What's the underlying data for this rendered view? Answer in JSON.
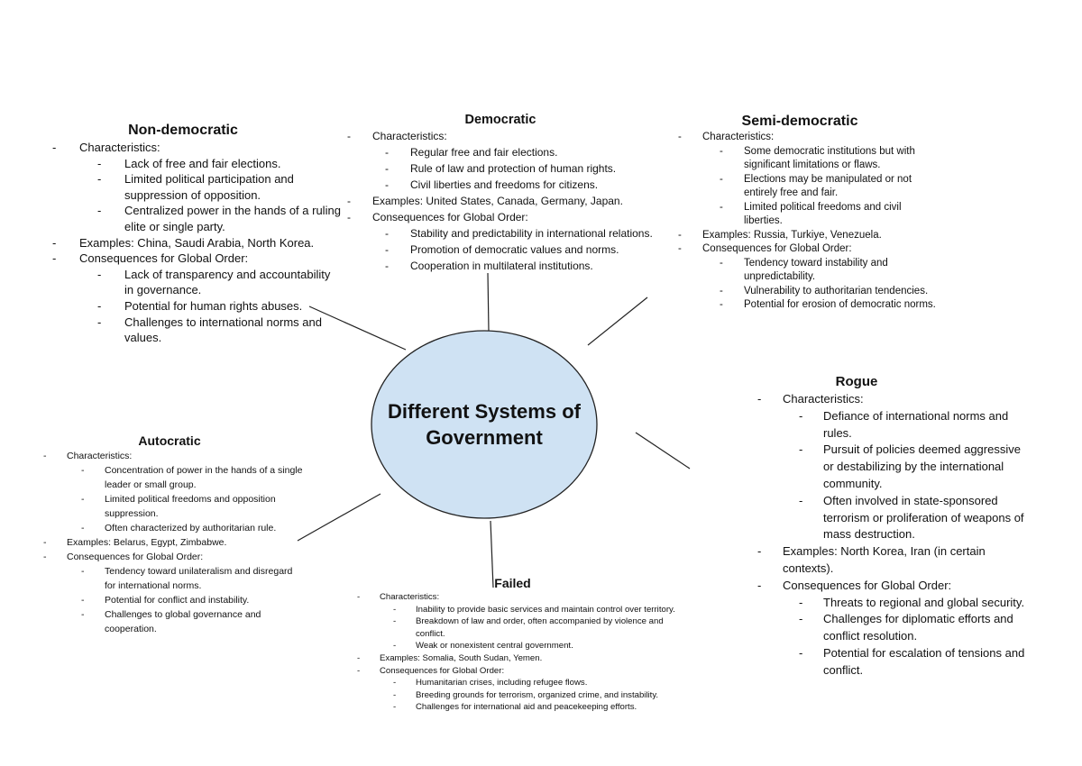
{
  "center": {
    "line1": "Different Systems of",
    "line2": "Government",
    "fill": "#cfe2f3"
  },
  "sections": {
    "nondemocratic": {
      "title": "Non-democratic",
      "items": [
        {
          "text": "Characteristics:",
          "sub": [
            "Lack of free and fair elections.",
            "Limited political participation and suppression of opposition.",
            "Centralized power in the hands of a ruling elite or single party."
          ]
        },
        {
          "text": "Examples: China, Saudi Arabia, North Korea.",
          "sub": []
        },
        {
          "text": "Consequences for Global Order:",
          "sub": [
            "Lack of transparency and accountability in governance.",
            "Potential for human rights abuses.",
            "Challenges to international norms and values."
          ]
        }
      ]
    },
    "democratic": {
      "title": "Democratic",
      "items": [
        {
          "text": "Characteristics:",
          "sub": [
            "Regular free and fair elections.",
            "Rule of law and protection of human rights.",
            "Civil liberties and freedoms for citizens."
          ]
        },
        {
          "text": "Examples: United States, Canada, Germany, Japan.",
          "sub": []
        },
        {
          "text": "Consequences for Global Order:",
          "sub": [
            "Stability and predictability in international relations.",
            "Promotion of democratic values and norms.",
            "Cooperation in multilateral institutions."
          ]
        }
      ]
    },
    "semidemocratic": {
      "title": "Semi-democratic",
      "items": [
        {
          "text": "Characteristics:",
          "sub": [
            "Some democratic institutions but with significant limitations or flaws.",
            "Elections may be manipulated or not entirely free and fair.",
            "Limited political freedoms and civil liberties."
          ]
        },
        {
          "text": "Examples: Russia, Turkiye, Venezuela.",
          "sub": []
        },
        {
          "text": "Consequences for Global Order:",
          "sub": [
            "Tendency toward instability and unpredictability.",
            "Vulnerability to authoritarian tendencies.",
            "Potential for erosion of democratic norms."
          ]
        }
      ]
    },
    "rogue": {
      "title": "Rogue",
      "items": [
        {
          "text": "Characteristics:",
          "sub": [
            "Defiance of international norms and rules.",
            "Pursuit of policies deemed aggressive or destabilizing by the international community.",
            "Often involved in state-sponsored terrorism or proliferation of weapons of mass destruction."
          ]
        },
        {
          "text": "Examples: North Korea, Iran (in certain contexts).",
          "sub": []
        },
        {
          "text": "Consequences for Global Order:",
          "sub": [
            "Threats to regional and global security.",
            "Challenges for diplomatic efforts and conflict resolution.",
            "Potential for escalation of tensions and conflict."
          ]
        }
      ]
    },
    "autocratic": {
      "title": "Autocratic",
      "items": [
        {
          "text": "Characteristics:",
          "sub": [
            "Concentration of power in the hands of a single leader or small group.",
            "Limited political freedoms and opposition suppression.",
            "Often characterized by authoritarian rule."
          ]
        },
        {
          "text": "Examples: Belarus, Egypt, Zimbabwe.",
          "sub": []
        },
        {
          "text": "Consequences for Global Order:",
          "sub": [
            "Tendency toward unilateralism and disregard for international norms.",
            "Potential for conflict and instability.",
            "Challenges to global governance and cooperation."
          ]
        }
      ]
    },
    "failed": {
      "title": "Failed",
      "items": [
        {
          "text": "Characteristics:",
          "sub": [
            "Inability to provide basic services and maintain control over territory.",
            "Breakdown of law and order, often accompanied by violence and conflict.",
            "Weak or nonexistent central government."
          ]
        },
        {
          "text": "Examples: Somalia, South Sudan, Yemen.",
          "sub": []
        },
        {
          "text": "Consequences for Global Order:",
          "sub": [
            "Humanitarian crises, including refugee flows.",
            "Breeding grounds for terrorism, organized crime, and instability.",
            "Challenges for international aid and peacekeeping efforts."
          ]
        }
      ]
    }
  }
}
